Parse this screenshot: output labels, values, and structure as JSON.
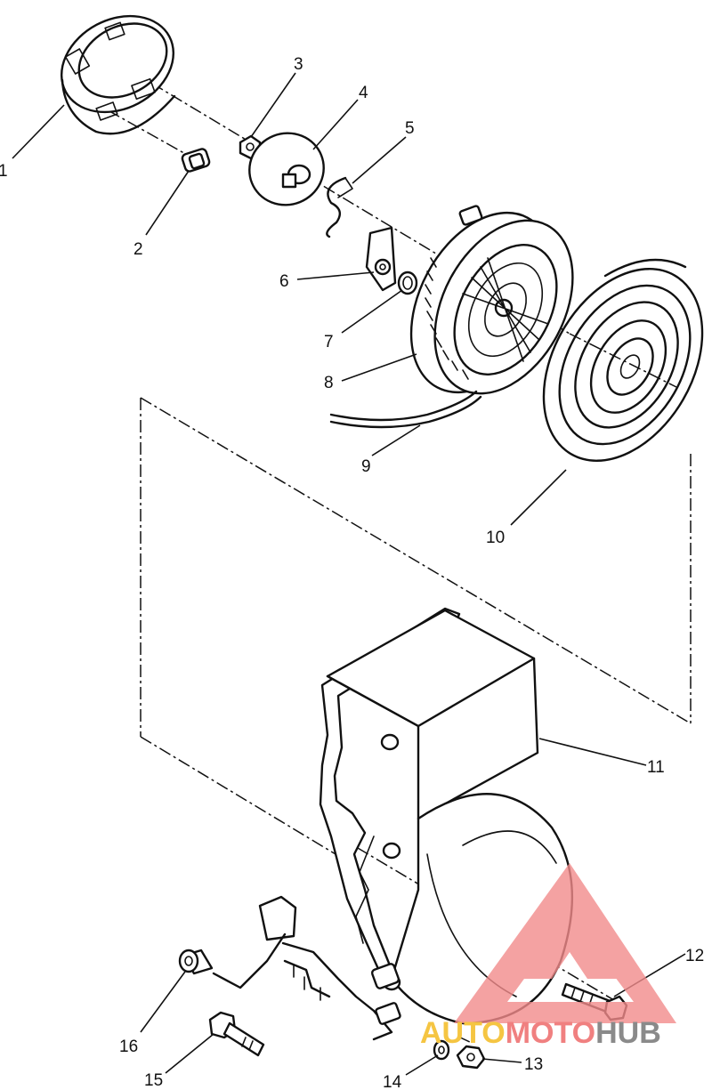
{
  "callouts": [
    {
      "id": "1",
      "label": "1"
    },
    {
      "id": "2",
      "label": "2"
    },
    {
      "id": "3",
      "label": "3"
    },
    {
      "id": "4",
      "label": "4"
    },
    {
      "id": "5",
      "label": "5"
    },
    {
      "id": "6",
      "label": "6"
    },
    {
      "id": "7",
      "label": "7"
    },
    {
      "id": "8",
      "label": "8"
    },
    {
      "id": "9",
      "label": "9"
    },
    {
      "id": "10",
      "label": "10"
    },
    {
      "id": "11",
      "label": "11"
    },
    {
      "id": "12",
      "label": "12"
    },
    {
      "id": "13",
      "label": "13"
    },
    {
      "id": "14",
      "label": "14"
    },
    {
      "id": "15",
      "label": "15"
    },
    {
      "id": "16",
      "label": "16"
    }
  ],
  "watermark": {
    "part1": "AUTO",
    "part2": "MOTO",
    "part3": "HUB",
    "color_part1": "#f5c542",
    "color_part2": "#f08080",
    "color_part3": "#8a8a8a",
    "logo_color": "#f28b8b"
  }
}
